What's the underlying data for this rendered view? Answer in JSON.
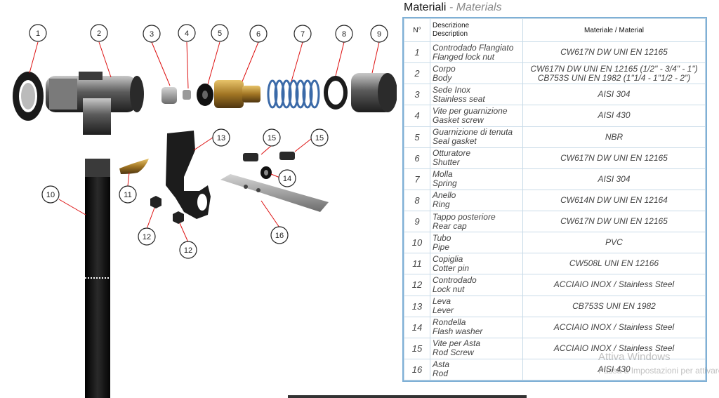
{
  "heading": {
    "main": "Materiali",
    "separator": " - ",
    "sub": "Materials"
  },
  "table": {
    "headers": {
      "number": "N°",
      "description_it": "Descrizione",
      "description_en": "Description",
      "material": "Materiale / Material"
    },
    "rows": [
      {
        "n": "1",
        "it": "Controdado Flangiato",
        "en": "Flanged lock nut",
        "material": [
          "CW617N DW   UNI EN 12165"
        ]
      },
      {
        "n": "2",
        "it": "Corpo",
        "en": "Body",
        "material": [
          "CW617N DW UNI EN 12165 (1/2\" - 3/4\" - 1\")",
          "CB753S UNI EN 1982 (1\"1/4 - 1\"1/2 - 2\")"
        ]
      },
      {
        "n": "3",
        "it": "Sede Inox",
        "en": "Stainless seat",
        "material": [
          "AISI 304"
        ]
      },
      {
        "n": "4",
        "it": "Vite per guarnizione",
        "en": "Gasket screw",
        "material": [
          "AISI 430"
        ]
      },
      {
        "n": "5",
        "it": "Guarnizione di tenuta",
        "en": "Seal gasket",
        "material": [
          "NBR"
        ]
      },
      {
        "n": "6",
        "it": "Otturatore",
        "en": "Shutter",
        "material": [
          "CW617N DW UNI EN 12165"
        ]
      },
      {
        "n": "7",
        "it": "Molla",
        "en": "Spring",
        "material": [
          "AISI 304"
        ]
      },
      {
        "n": "8",
        "it": "Anello",
        "en": "Ring",
        "material": [
          "CW614N DW UNI EN 12164"
        ]
      },
      {
        "n": "9",
        "it": "Tappo posteriore",
        "en": "Rear cap",
        "material": [
          "CW617N DW UNI EN 12165"
        ]
      },
      {
        "n": "10",
        "it": "Tubo",
        "en": "Pipe",
        "material": [
          "PVC"
        ]
      },
      {
        "n": "11",
        "it": "Copiglia",
        "en": "Cotter pin",
        "material": [
          "CW508L UNI EN 12166"
        ]
      },
      {
        "n": "12",
        "it": "Controdado",
        "en": "Lock nut",
        "material": [
          "ACCIAIO INOX / Stainless Steel"
        ]
      },
      {
        "n": "13",
        "it": "Leva",
        "en": "Lever",
        "material": [
          "CB753S UNI EN 1982"
        ]
      },
      {
        "n": "14",
        "it": "Rondella",
        "en": "Flash washer",
        "material": [
          "ACCIAIO INOX / Stainless Steel"
        ]
      },
      {
        "n": "15",
        "it": "Vite per Asta",
        "en": "Rod Screw",
        "material": [
          "ACCIAIO INOX / Stainless Steel"
        ]
      },
      {
        "n": "16",
        "it": "Asta",
        "en": "Rod",
        "material": [
          "AISI 430"
        ]
      }
    ]
  },
  "callouts": [
    "1",
    "2",
    "3",
    "4",
    "5",
    "6",
    "7",
    "8",
    "9",
    "10",
    "11",
    "12",
    "12",
    "13",
    "14",
    "15",
    "15",
    "16"
  ],
  "watermark": {
    "title": "Attiva Windows",
    "subtitle": "Passa a Impostazioni per attivare Windows."
  }
}
